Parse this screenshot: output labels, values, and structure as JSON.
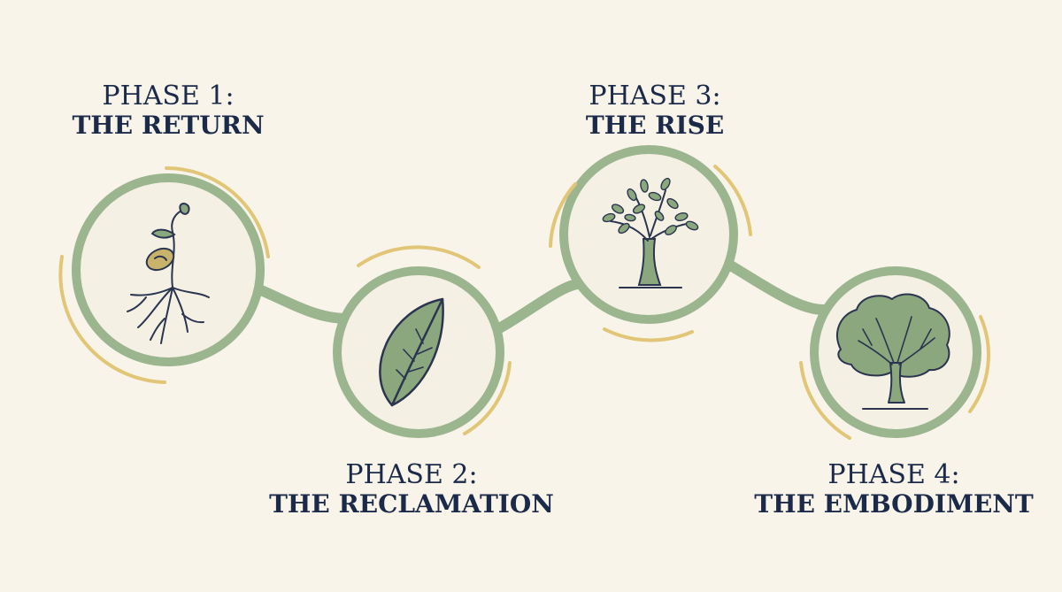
{
  "colors": {
    "background": "#f8f4e9",
    "ring": "#9bb58e",
    "accent_arc": "#e2c677",
    "text": "#1c2a4a",
    "icon_green": "#8ba77d",
    "icon_ink": "#2b3550",
    "seed": "#c9b36a"
  },
  "phases": [
    {
      "label": "PHASE 1:",
      "title": "THE RETURN",
      "icon": "sprouting-seed-icon"
    },
    {
      "label": "PHASE 2:",
      "title": "THE RECLAMATION",
      "icon": "leaf-icon"
    },
    {
      "label": "PHASE 3:",
      "title": "THE RISE",
      "icon": "young-tree-icon"
    },
    {
      "label": "PHASE 4:",
      "title": "THE EMBODIMENT",
      "icon": "mature-tree-icon"
    }
  ]
}
